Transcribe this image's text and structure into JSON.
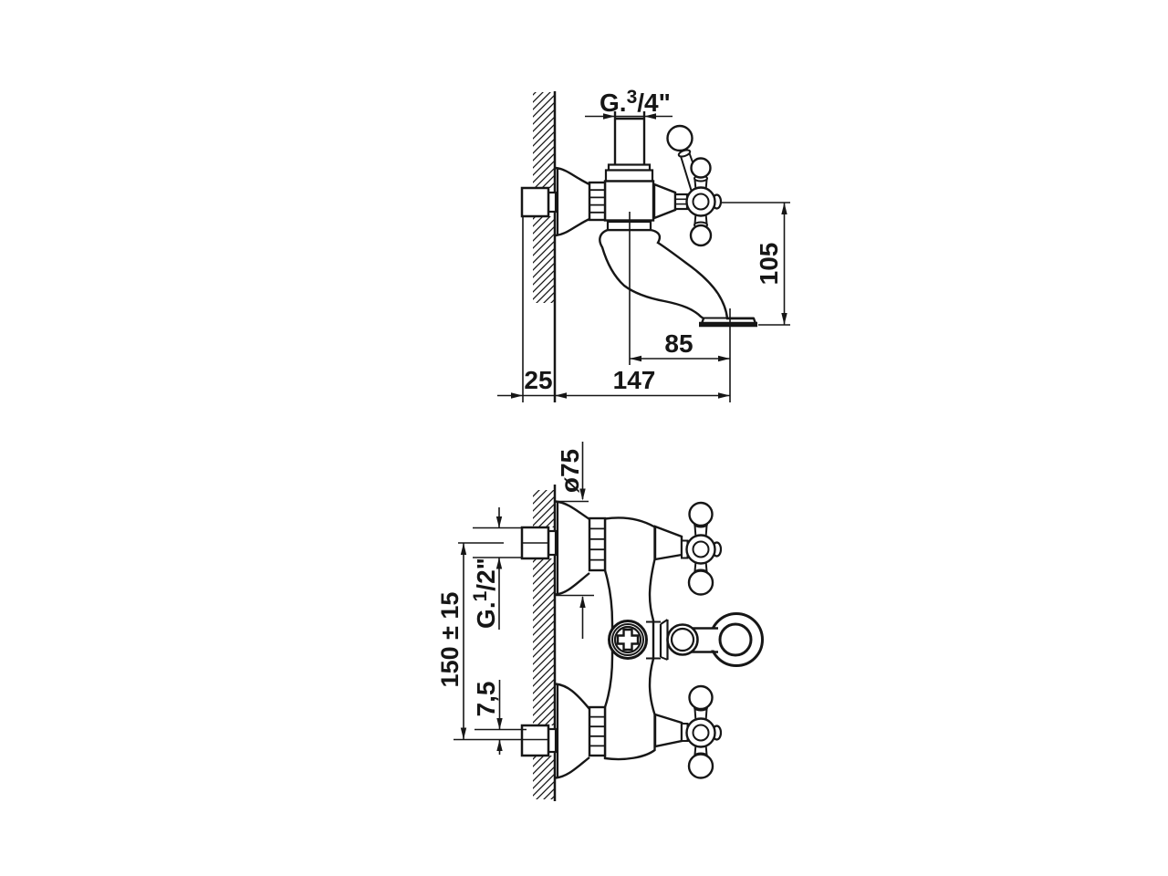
{
  "drawing": {
    "colors": {
      "line": "#161616",
      "background": "#ffffff"
    },
    "side_view": {
      "dims": {
        "thread_top": {
          "prefix": "G.",
          "sup": "3",
          "rest": "/4\""
        },
        "spout_height": "105",
        "spout_projection": "85",
        "total_projection": "147",
        "wall_clearance": "25"
      }
    },
    "front_view": {
      "dims": {
        "flange_diameter": "ø75",
        "thread_inlet": {
          "prefix": "G.",
          "sup": "1",
          "rest": "/2\""
        },
        "centres_distance": "150 ± 15",
        "eccentric_offset": "7,5"
      }
    }
  }
}
